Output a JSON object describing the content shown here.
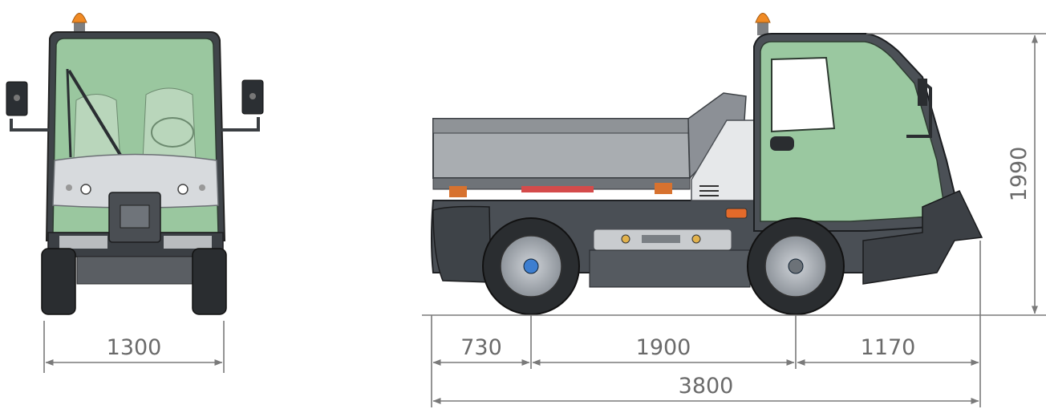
{
  "dimensions": {
    "front_width": "1300",
    "rear_overhang": "730",
    "wheelbase": "1900",
    "front_overhang": "1170",
    "total_length": "3800",
    "height": "1990"
  },
  "colors": {
    "dimension_line": "#7a7a7a",
    "dimension_text": "#6a6a6a",
    "glass": "#9fcfa4",
    "body_dark": "#4a4f55",
    "body_grey": "#8c9096",
    "bed_grey": "#a9adb1",
    "beacon": "#f08a24"
  }
}
